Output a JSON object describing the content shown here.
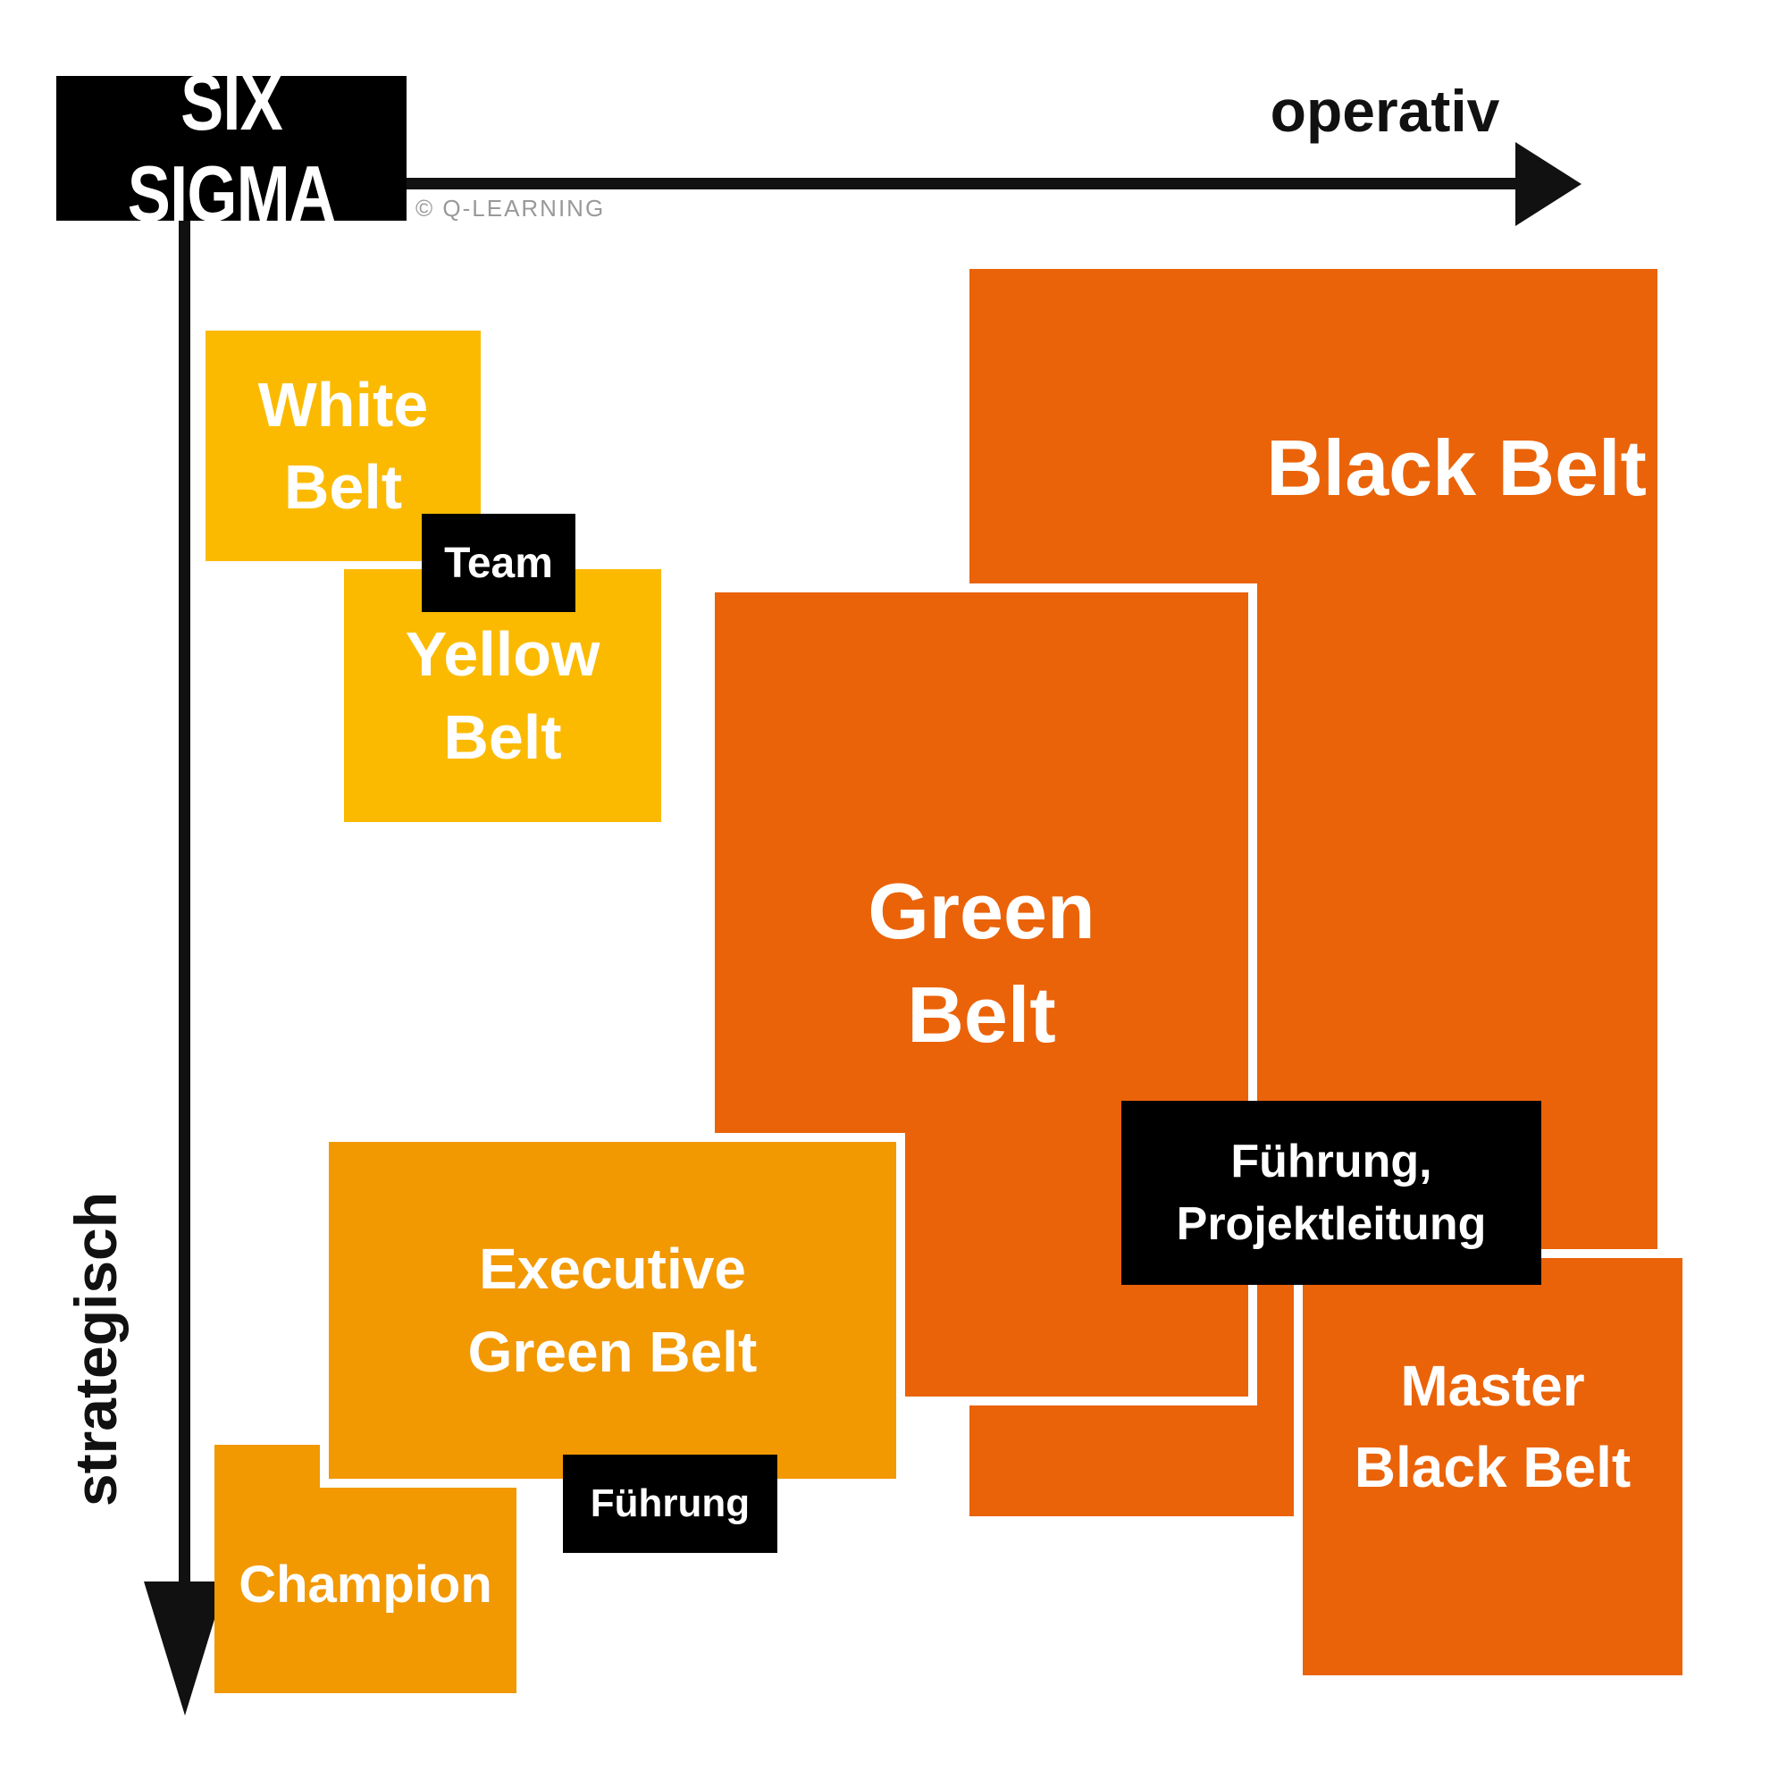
{
  "header": {
    "title": "SIX SIGMA",
    "watermark": "© Q-LEARNING"
  },
  "axes": {
    "x_label": "operativ",
    "y_label": "strategisch"
  },
  "colors": {
    "yellow": "#FBBA00",
    "light_orange": "#F29800",
    "dark_orange": "#EA6309",
    "ink": "#111111",
    "label_gray": "#999999"
  },
  "boxes": {
    "white_belt": {
      "lines": [
        "White",
        "Belt"
      ]
    },
    "yellow_belt": {
      "lines": [
        "Yellow",
        "Belt"
      ]
    },
    "green_belt": {
      "lines": [
        "Green",
        "Belt"
      ]
    },
    "black_belt": {
      "lines": [
        "Black",
        "Belt"
      ]
    },
    "executive_green_belt": {
      "lines": [
        "Executive",
        "Green Belt"
      ]
    },
    "champion": {
      "lines": [
        "Champion"
      ]
    },
    "master_black_belt": {
      "lines": [
        "Master",
        "Black Belt"
      ]
    }
  },
  "tags": {
    "team": "Team",
    "fuehrung": "Führung",
    "fuehrung_projektleitung": [
      "Führung,",
      "Projektleitung"
    ]
  }
}
